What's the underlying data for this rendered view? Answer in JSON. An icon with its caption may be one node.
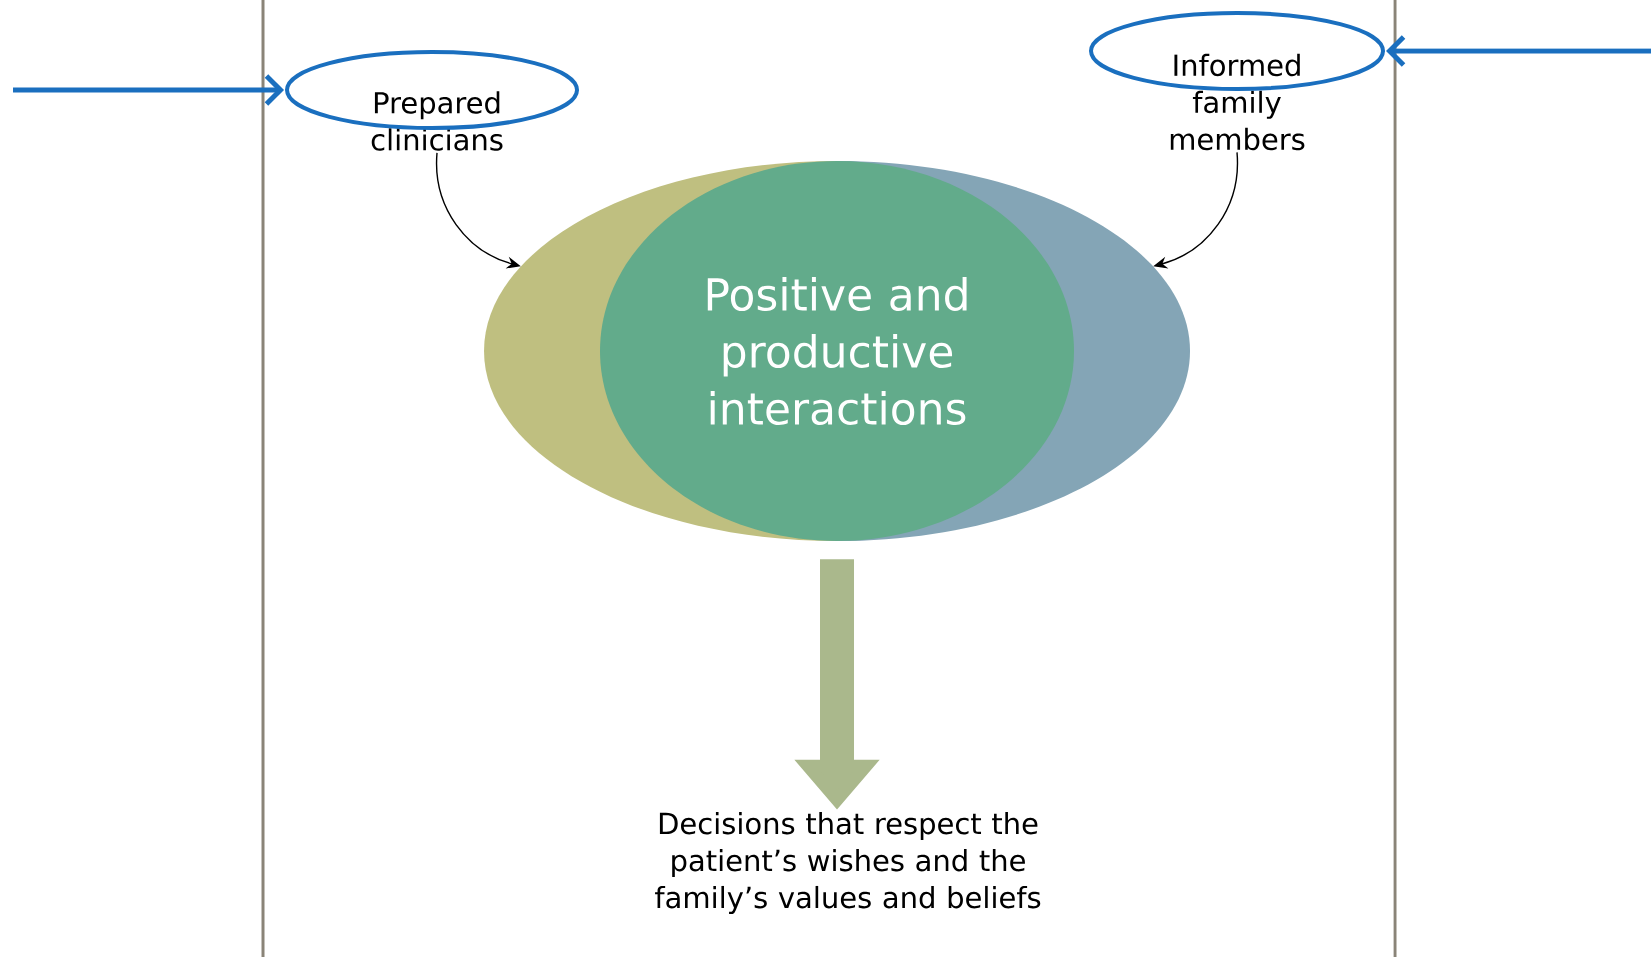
{
  "diagram": {
    "nodes": [
      {
        "text": [
          "Prepared clinicians"
        ]
      },
      {
        "text": [
          "Informed family members"
        ]
      },
      {
        "text": [
          "Positive and productive interactions"
        ]
      },
      {
        "text": [
          "Decisions that respect the patient’s wishes and the family’s values and beliefs"
        ]
      }
    ],
    "edges": [
      {
        "from": 0,
        "to": 2,
        "arrow": "to"
      },
      {
        "from": 1,
        "to": 2,
        "arrow": "to"
      },
      {
        "from": 2,
        "to": 3,
        "arrow": "to",
        "style": "thick",
        "color": "#aab88c"
      },
      {
        "from": null,
        "to": 0,
        "arrow": "to",
        "color": "#1a6fbf"
      },
      {
        "from": null,
        "to": 1,
        "arrow": "to",
        "color": "#1a6fbf"
      }
    ]
  }
}
